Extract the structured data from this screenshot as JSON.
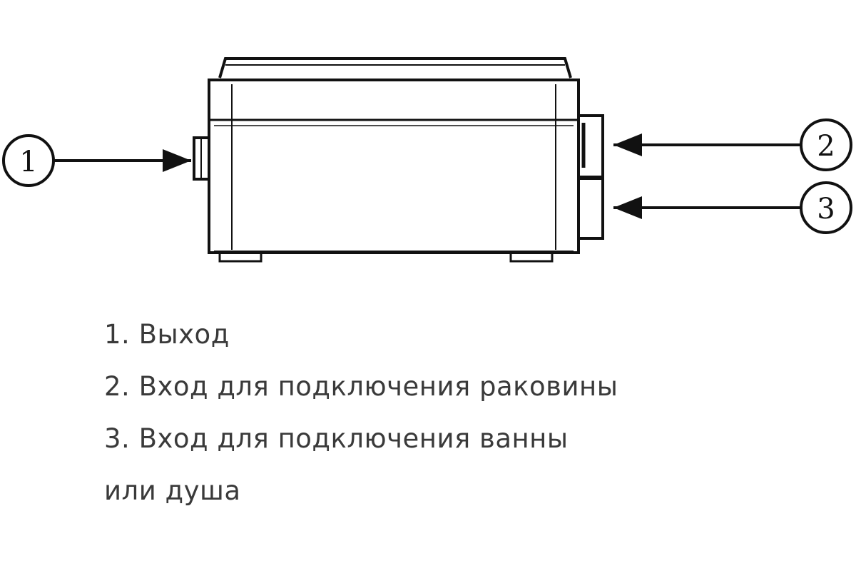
{
  "callouts": {
    "outlet": "1",
    "sink_inlet": "2",
    "bath_inlet": "3"
  },
  "legend": {
    "item_1": "1. Выход",
    "item_2": "2. Вход для подключения раковины",
    "item_3_line1": "3. Вход для подключения ванны",
    "item_3_line2": "или душа"
  },
  "colors": {
    "line": "#111111",
    "text": "#3a3a3a",
    "background": "#ffffff"
  }
}
